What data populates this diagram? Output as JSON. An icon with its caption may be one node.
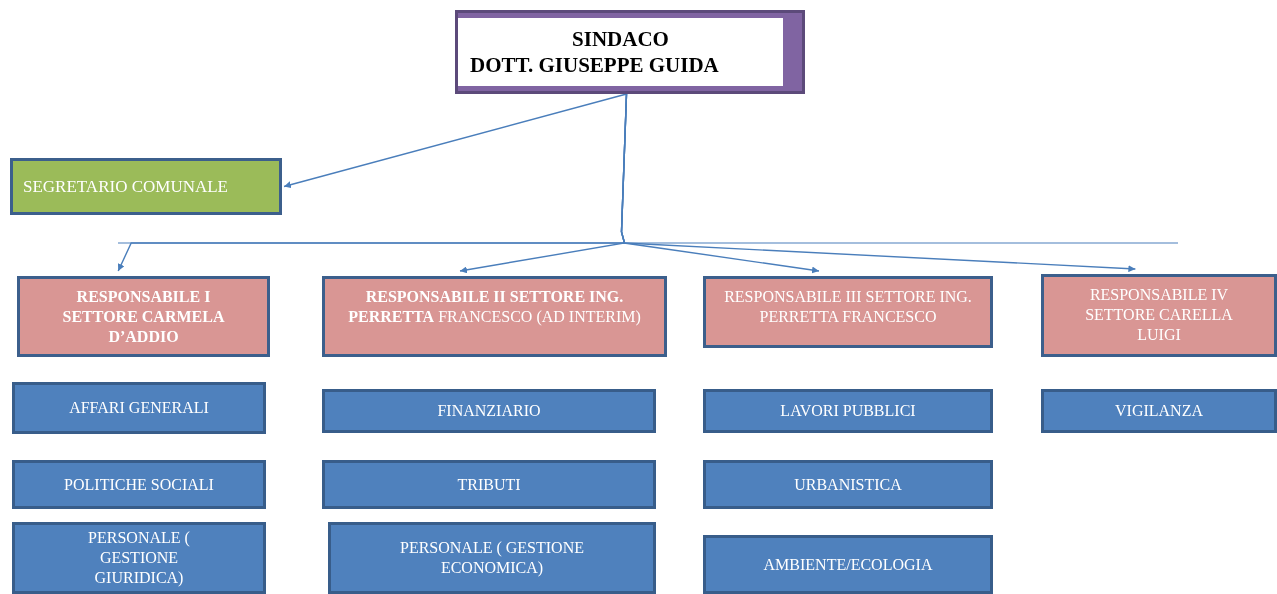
{
  "diagram": {
    "nodes": [
      {
        "text": [
          "SINDACO",
          "DOTT. GIUSEPPE GUIDA"
        ]
      },
      {
        "text": [
          "SEGRETARIO COMUNALE"
        ]
      },
      {
        "text": [
          "RESPONSABILE I SETTORE CARMELA D’ADDIO"
        ]
      },
      {
        "text": [
          "**RESPONSABILE II SETTORE ING. PERRETTA** FRANCESCO (AD INTERIM)"
        ]
      },
      {
        "text": [
          "RESPONSABILE III SETTORE ING. PERRETTA FRANCESCO"
        ]
      },
      {
        "text": [
          "RESPONSABILE IV SETTORE CARELLA LUIGI"
        ]
      },
      {
        "text": [
          "AFFARI GENERALI"
        ]
      },
      {
        "text": [
          "FINANZIARIO"
        ]
      },
      {
        "text": [
          "LAVORI PUBBLICI"
        ]
      },
      {
        "text": [
          "VIGILANZA"
        ]
      },
      {
        "text": [
          "POLITICHE SOCIALI"
        ]
      },
      {
        "text": [
          "TRIBUTI"
        ]
      },
      {
        "text": [
          "URBANISTICA"
        ]
      },
      {
        "text": [
          "PERSONALE ( GESTIONE GIURIDICA)"
        ]
      },
      {
        "text": [
          "PERSONALE ( GESTIONE ECONOMICA)"
        ]
      },
      {
        "text": [
          "AMBIENTE/ECOLOGIA"
        ]
      }
    ],
    "edges": [
      {
        "from": 0,
        "to": 1,
        "arrow": "to"
      },
      {
        "from": 0,
        "to": 2,
        "arrow": "to"
      },
      {
        "from": 0,
        "to": 3,
        "arrow": "to"
      },
      {
        "from": 0,
        "to": 4,
        "arrow": "to"
      },
      {
        "from": 0,
        "to": 5,
        "arrow": "to"
      }
    ]
  }
}
